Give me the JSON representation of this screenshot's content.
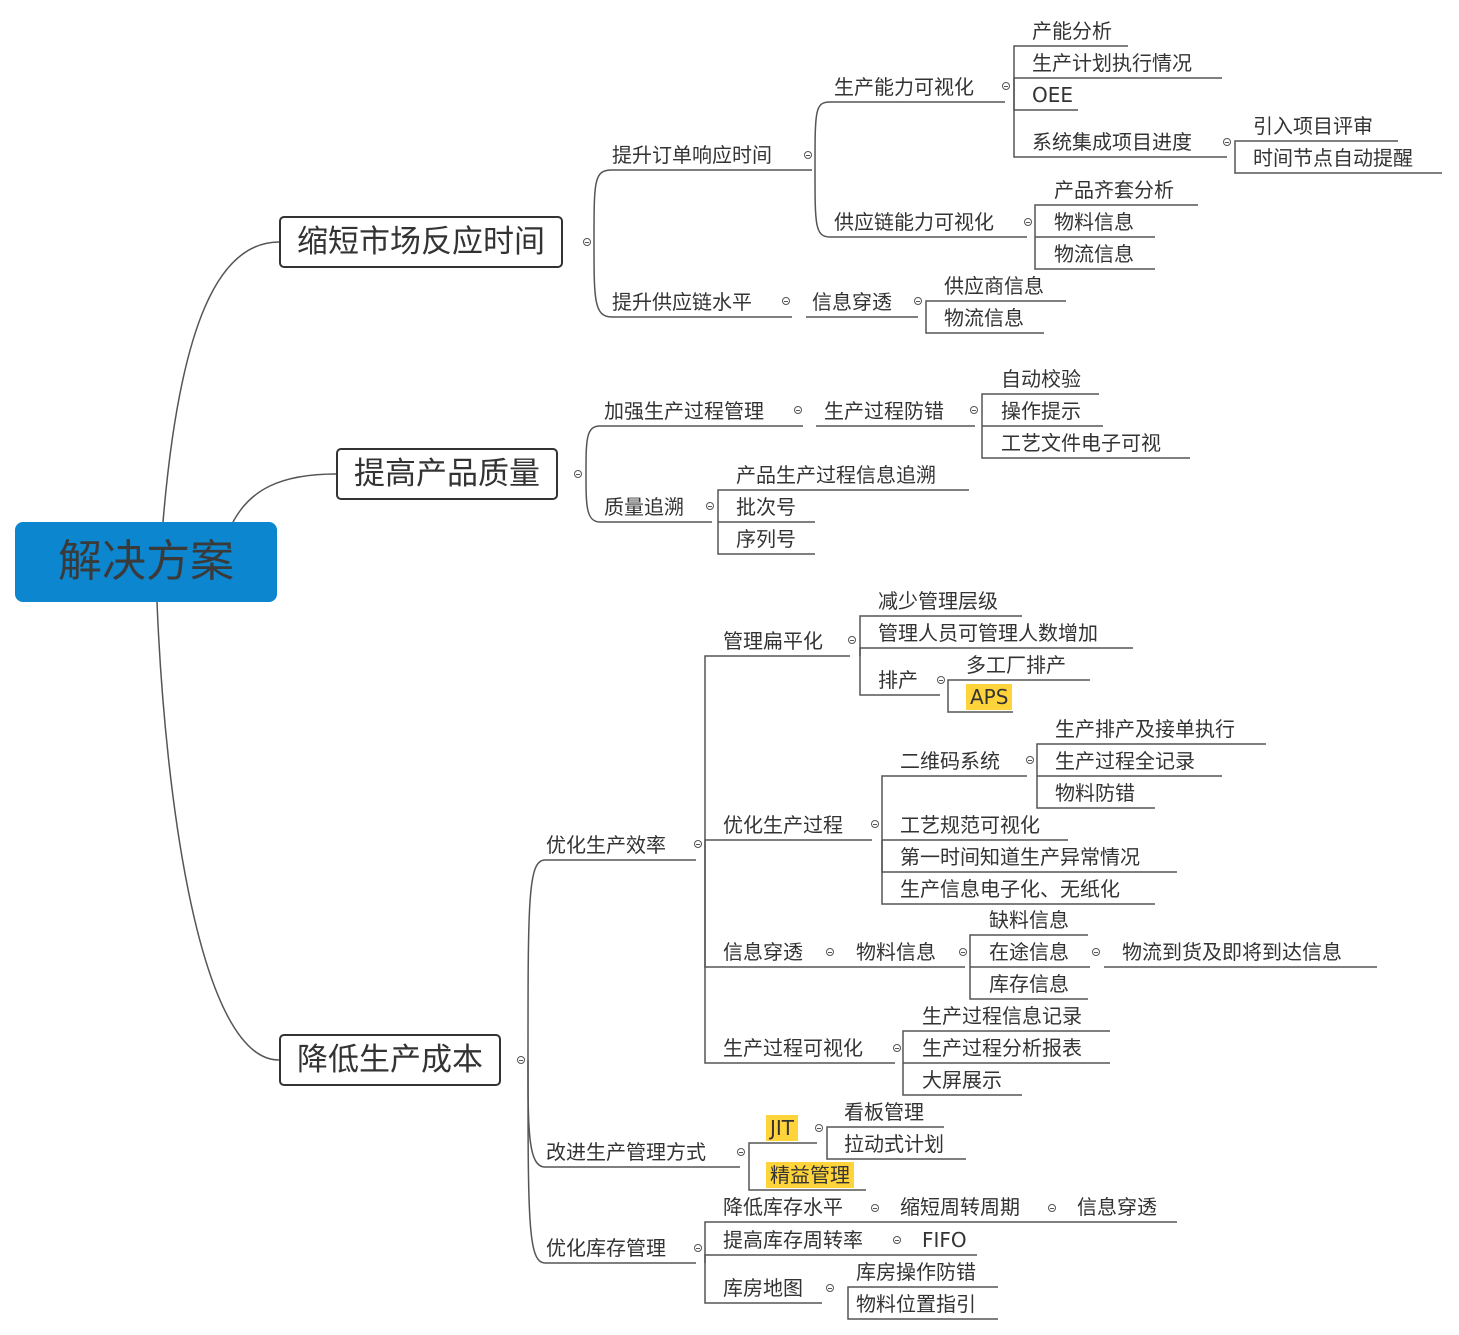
{
  "root": {
    "label": "解决方案"
  },
  "branches": {
    "b1": {
      "label": "缩短市场反应时间",
      "n1": {
        "label": "提升订单响应时间",
        "n11": {
          "label": "生产能力可视化",
          "n111": "产能分析",
          "n112": "生产计划执行情况",
          "n113": "OEE",
          "n114": {
            "label": "系统集成项目进度",
            "a": "引入项目评审",
            "b": "时间节点自动提醒"
          }
        },
        "n12": {
          "label": "供应链能力可视化",
          "a": "产品齐套分析",
          "b": "物料信息",
          "c": "物流信息"
        }
      },
      "n2": {
        "label": "提升供应链水平",
        "n21": {
          "label": "信息穿透",
          "a": "供应商信息",
          "b": "物流信息"
        }
      }
    },
    "b2": {
      "label": "提高产品质量",
      "n1": {
        "label": "加强生产过程管理",
        "n11": {
          "label": "生产过程防错",
          "a": "自动校验",
          "b": "操作提示",
          "c": "工艺文件电子可视"
        }
      },
      "n2": {
        "label": "质量追溯",
        "a": "产品生产过程信息追溯",
        "b": "批次号",
        "c": "序列号"
      }
    },
    "b3": {
      "label": "降低生产成本",
      "n1": {
        "label": "优化生产效率",
        "n11": {
          "label": "管理扁平化",
          "a": "减少管理层级",
          "b": "管理人员可管理人数增加",
          "c": {
            "label": "排产",
            "a": "多工厂排产",
            "b": "APS"
          }
        },
        "n12": {
          "label": "优化生产过程",
          "a": {
            "label": "二维码系统",
            "a": "生产排产及接单执行",
            "b": "生产过程全记录",
            "c": "物料防错"
          },
          "b": "工艺规范可视化",
          "c": "第一时间知道生产异常情况",
          "d": "生产信息电子化、无纸化"
        },
        "n13": {
          "label": "信息穿透",
          "a": {
            "label": "物料信息",
            "a": "缺料信息",
            "b": {
              "label": "在途信息",
              "a": "物流到货及即将到达信息"
            },
            "c": "库存信息"
          }
        },
        "n14": {
          "label": "生产过程可视化",
          "a": "生产过程信息记录",
          "b": "生产过程分析报表",
          "c": "大屏展示"
        }
      },
      "n2": {
        "label": "改进生产管理方式",
        "a": {
          "label": "JIT",
          "a": "看板管理",
          "b": "拉动式计划"
        },
        "b": "精益管理"
      },
      "n3": {
        "label": "优化库存管理",
        "a": {
          "label": "降低库存水平",
          "a": {
            "label": "缩短周转周期",
            "a": "信息穿透"
          }
        },
        "b": {
          "label": "提高库存周转率",
          "a": "FIFO"
        },
        "c": {
          "label": "库房地图",
          "a": "库房操作防错",
          "b": "物料位置指引"
        }
      }
    }
  },
  "colors": {
    "root_fill": "#0b86cf",
    "highlight": "#ffd43a",
    "line": "#555555"
  }
}
